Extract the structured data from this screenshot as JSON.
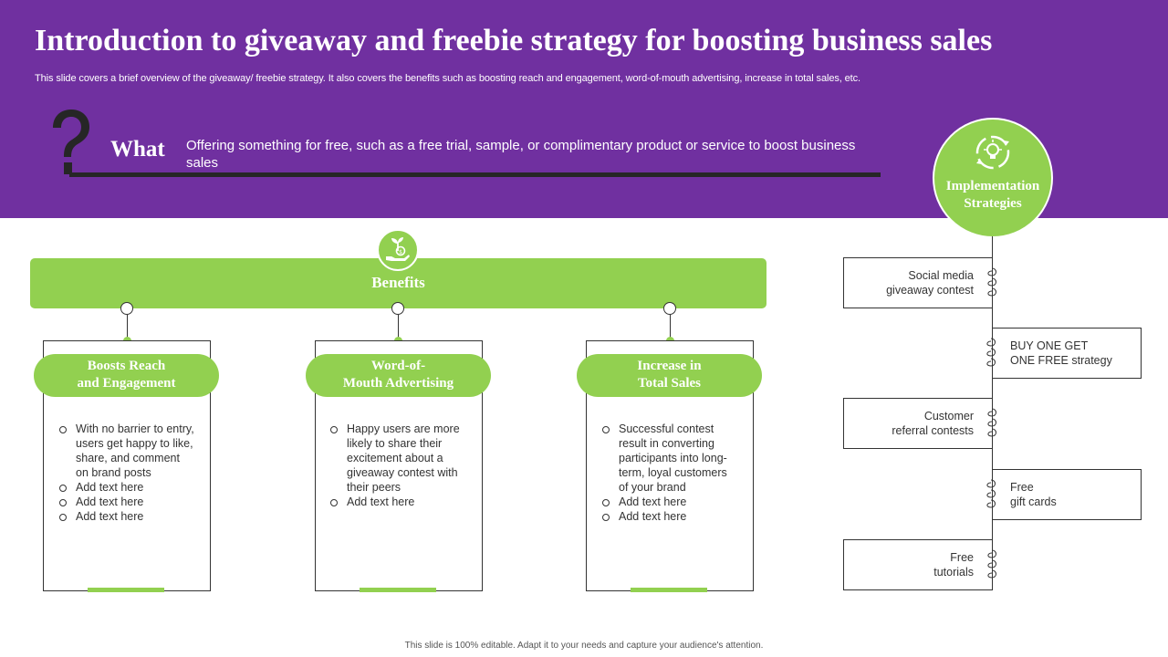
{
  "slide": {
    "title": "Introduction to giveaway and freebie strategy for boosting business sales",
    "subtitle": "This slide covers a brief overview of the giveaway/ freebie strategy. It also covers the benefits such as boosting reach and engagement, word-of-mouth advertising, increase in total sales, etc.",
    "footer": "This slide is 100% editable. Adapt it to your needs and capture your audience's attention."
  },
  "what": {
    "label": "What",
    "text": "Offering something for free, such as a free trial, sample, or complimentary product or service to boost business sales"
  },
  "benefits": {
    "label": "Benefits",
    "icon": "money-plant-hand-icon",
    "cards": [
      {
        "title_line1": "Boosts Reach",
        "title_line2": "and Engagement",
        "items": [
          "With no barrier to entry, users get happy to like, share, and comment on brand posts",
          "Add text here",
          "Add text here",
          "Add text here"
        ]
      },
      {
        "title_line1": "Word-of-",
        "title_line2": "Mouth Advertising",
        "items": [
          "Happy users are more likely to share their excitement about a giveaway contest with their peers",
          "Add text here"
        ]
      },
      {
        "title_line1": "Increase in",
        "title_line2": "Total Sales",
        "items": [
          "Successful contest result in converting participants into long-term, loyal customers of your brand",
          "Add text here",
          "Add text here"
        ]
      }
    ]
  },
  "implementation": {
    "label_line1": "Implementation",
    "label_line2": "Strategies",
    "icon": "lightbulb-cycle-icon",
    "strategies": [
      {
        "line1": "Social media",
        "line2": "giveaway  contest",
        "side": "left"
      },
      {
        "line1": "BUY ONE GET",
        "line2": "ONE FREE strategy",
        "side": "right"
      },
      {
        "line1": "Customer",
        "line2": "referral  contests",
        "side": "left"
      },
      {
        "line1": "Free",
        "line2": "gift cards",
        "side": "right"
      },
      {
        "line1": "Free",
        "line2": "tutorials",
        "side": "left"
      }
    ]
  },
  "colors": {
    "purple": "#7030a0",
    "green": "#92d050",
    "dark": "#262626"
  }
}
